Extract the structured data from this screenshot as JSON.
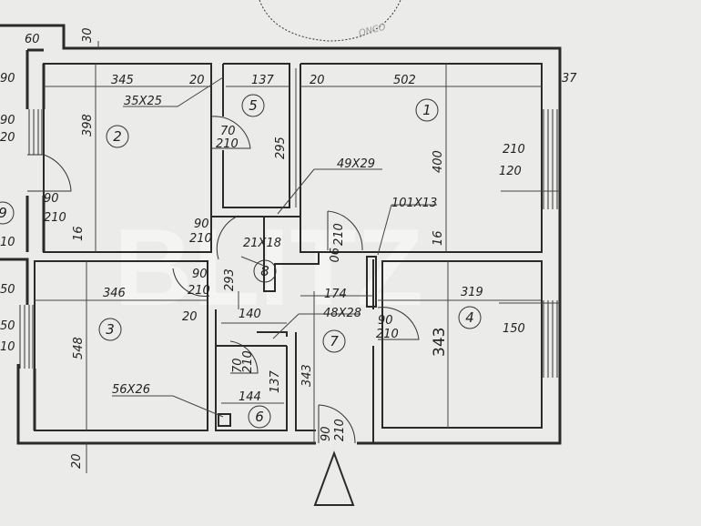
{
  "plan": {
    "watermark": "BLITZ",
    "stamp": "ONCO",
    "rooms": {
      "r1": "1",
      "r2": "2",
      "r3": "3",
      "r4": "4",
      "r5": "5",
      "r6": "6",
      "r7": "7",
      "r8": "8",
      "r9": "9"
    },
    "dims": {
      "d60": "60",
      "d30": "30",
      "d345": "345",
      "d20a": "20",
      "d137": "137",
      "d35x25": "35X25",
      "d398": "398",
      "d16a": "16",
      "d70": "70",
      "d210a": "210",
      "d295": "295",
      "d20b": "20",
      "d502": "502",
      "d37": "37",
      "d400": "400",
      "d16b": "16",
      "d210b": "210",
      "d120": "120",
      "d49x29": "49X29",
      "d101x13": "101X13",
      "d90a": "90",
      "d210c": "210",
      "d90b": "90",
      "d210d": "210",
      "d21x18": "21X18",
      "d90c": "90",
      "d210e": "210",
      "d293": "293",
      "d346": "346",
      "d20c": "20",
      "d140": "140",
      "d174": "174",
      "d48x28": "48X28",
      "d90d": "90",
      "d210f": "210",
      "d319": "319",
      "d548": "548",
      "d56x26": "56X26",
      "d144": "144",
      "d137b": "137",
      "d343a": "343",
      "d343b": "343",
      "d150": "150",
      "d90e": "90",
      "d210g": "210",
      "d20d": "20",
      "d90f": "90",
      "d210h": "210",
      "d70b": "70",
      "d210i": "210",
      "l90a": "90",
      "l90b": "90",
      "l20": "20",
      "l50a": "50",
      "l50b": "50",
      "l10a": "10",
      "l10b": "10"
    }
  }
}
